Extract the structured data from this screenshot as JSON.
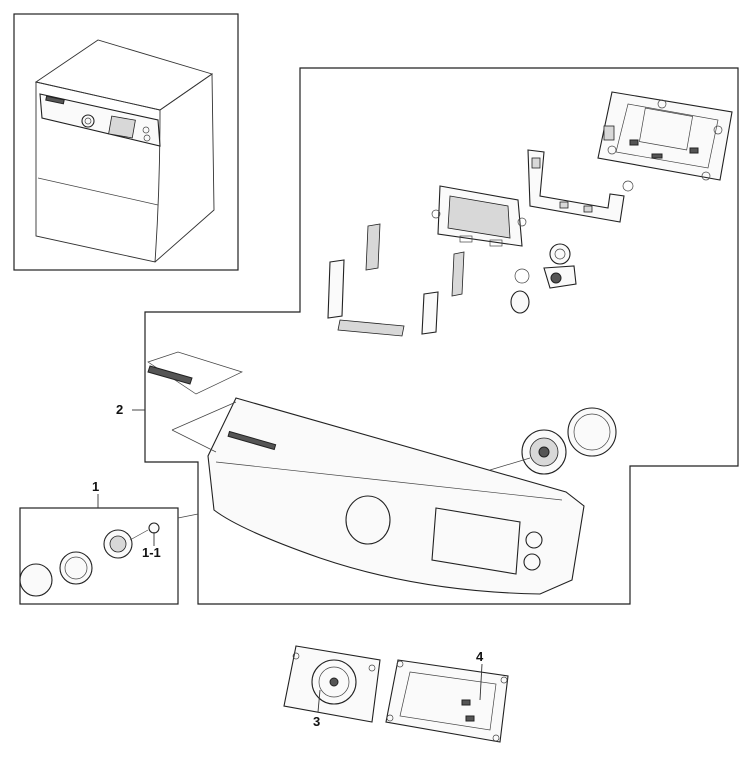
{
  "callouts": {
    "c1": "1",
    "c1_1": "1-1",
    "c2": "2",
    "c3": "3",
    "c4": "4"
  }
}
